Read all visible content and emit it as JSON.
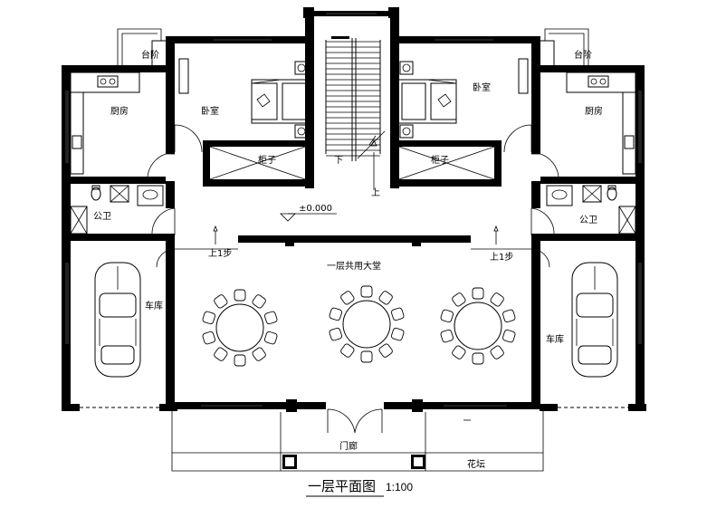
{
  "plan": {
    "title": "一层平面图",
    "scale": "1:100",
    "colors": {
      "ink": "#000000",
      "paper": "#ffffff",
      "window": "#555555"
    }
  },
  "labels": {
    "balcony_left": "台阶",
    "balcony_right": "台阶",
    "kitchen_left": "厨房",
    "kitchen_right": "厨房",
    "bedroom_left": "卧室",
    "bedroom_right": "卧室",
    "cabinet_left": "柜子",
    "cabinet_right": "柜子",
    "toilet_left": "公卫",
    "toilet_right": "公卫",
    "elevation": "±0.000",
    "stair_down": "下",
    "stair_up": "上",
    "step_left": "上1步",
    "step_right": "上1步",
    "hall": "一层共用大堂",
    "garage_left": "车库",
    "garage_right": "车库",
    "porch": "门廊",
    "planter": "花坛"
  },
  "icons": {
    "car": "car-icon",
    "table": "round-table-icon",
    "chair": "chair-icon",
    "bed": "bed-icon",
    "sink": "sink-icon",
    "stove": "stove-icon",
    "toilet": "toilet-icon",
    "door": "door-swing-icon"
  }
}
